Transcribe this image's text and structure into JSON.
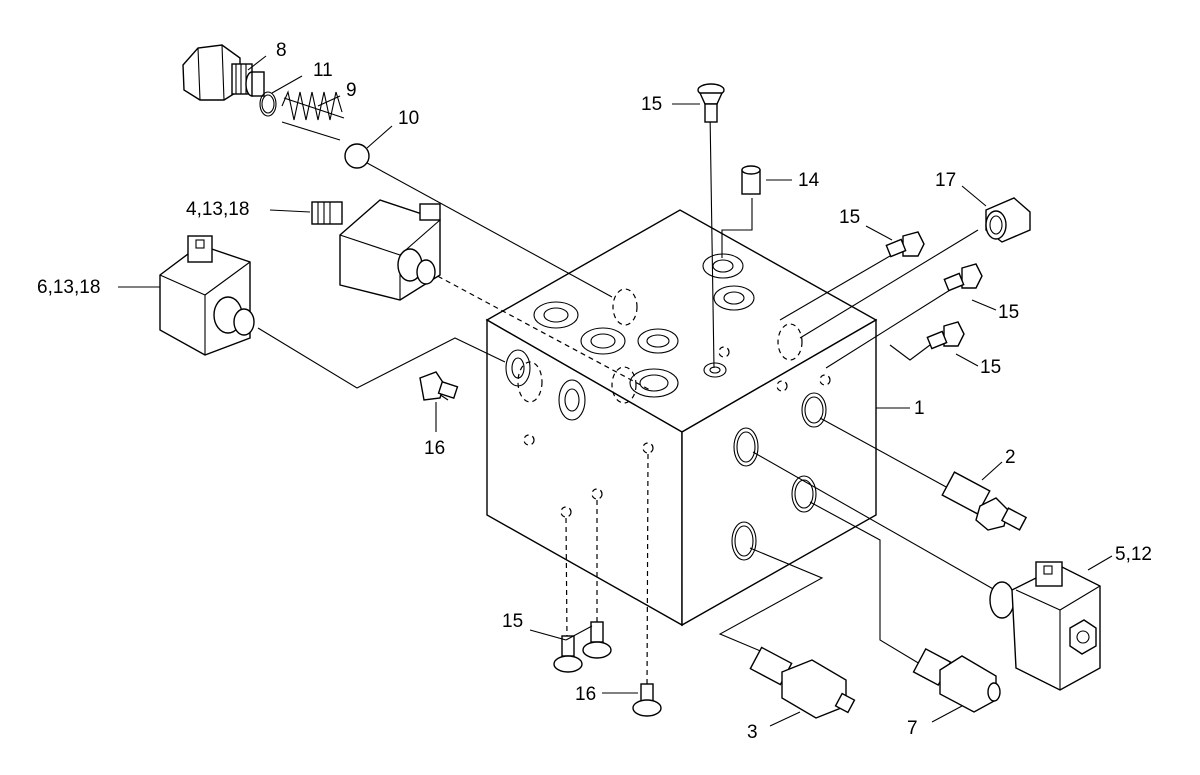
{
  "diagram": {
    "callouts": [
      {
        "id": "c-8",
        "text": "8"
      },
      {
        "id": "c-11",
        "text": "11"
      },
      {
        "id": "c-9",
        "text": "9"
      },
      {
        "id": "c-10",
        "text": "10"
      },
      {
        "id": "c-15a",
        "text": "15"
      },
      {
        "id": "c-14",
        "text": "14"
      },
      {
        "id": "c-17",
        "text": "17"
      },
      {
        "id": "c-4-13-18",
        "text": "4,13,18"
      },
      {
        "id": "c-15b",
        "text": "15"
      },
      {
        "id": "c-6-13-18",
        "text": "6,13,18"
      },
      {
        "id": "c-15c",
        "text": "15"
      },
      {
        "id": "c-15d",
        "text": "15"
      },
      {
        "id": "c-1",
        "text": "1"
      },
      {
        "id": "c-16a",
        "text": "16"
      },
      {
        "id": "c-2",
        "text": "2"
      },
      {
        "id": "c-5-12",
        "text": "5,12"
      },
      {
        "id": "c-15e",
        "text": "15"
      },
      {
        "id": "c-16b",
        "text": "16"
      },
      {
        "id": "c-3",
        "text": "3"
      },
      {
        "id": "c-7",
        "text": "7"
      }
    ]
  }
}
